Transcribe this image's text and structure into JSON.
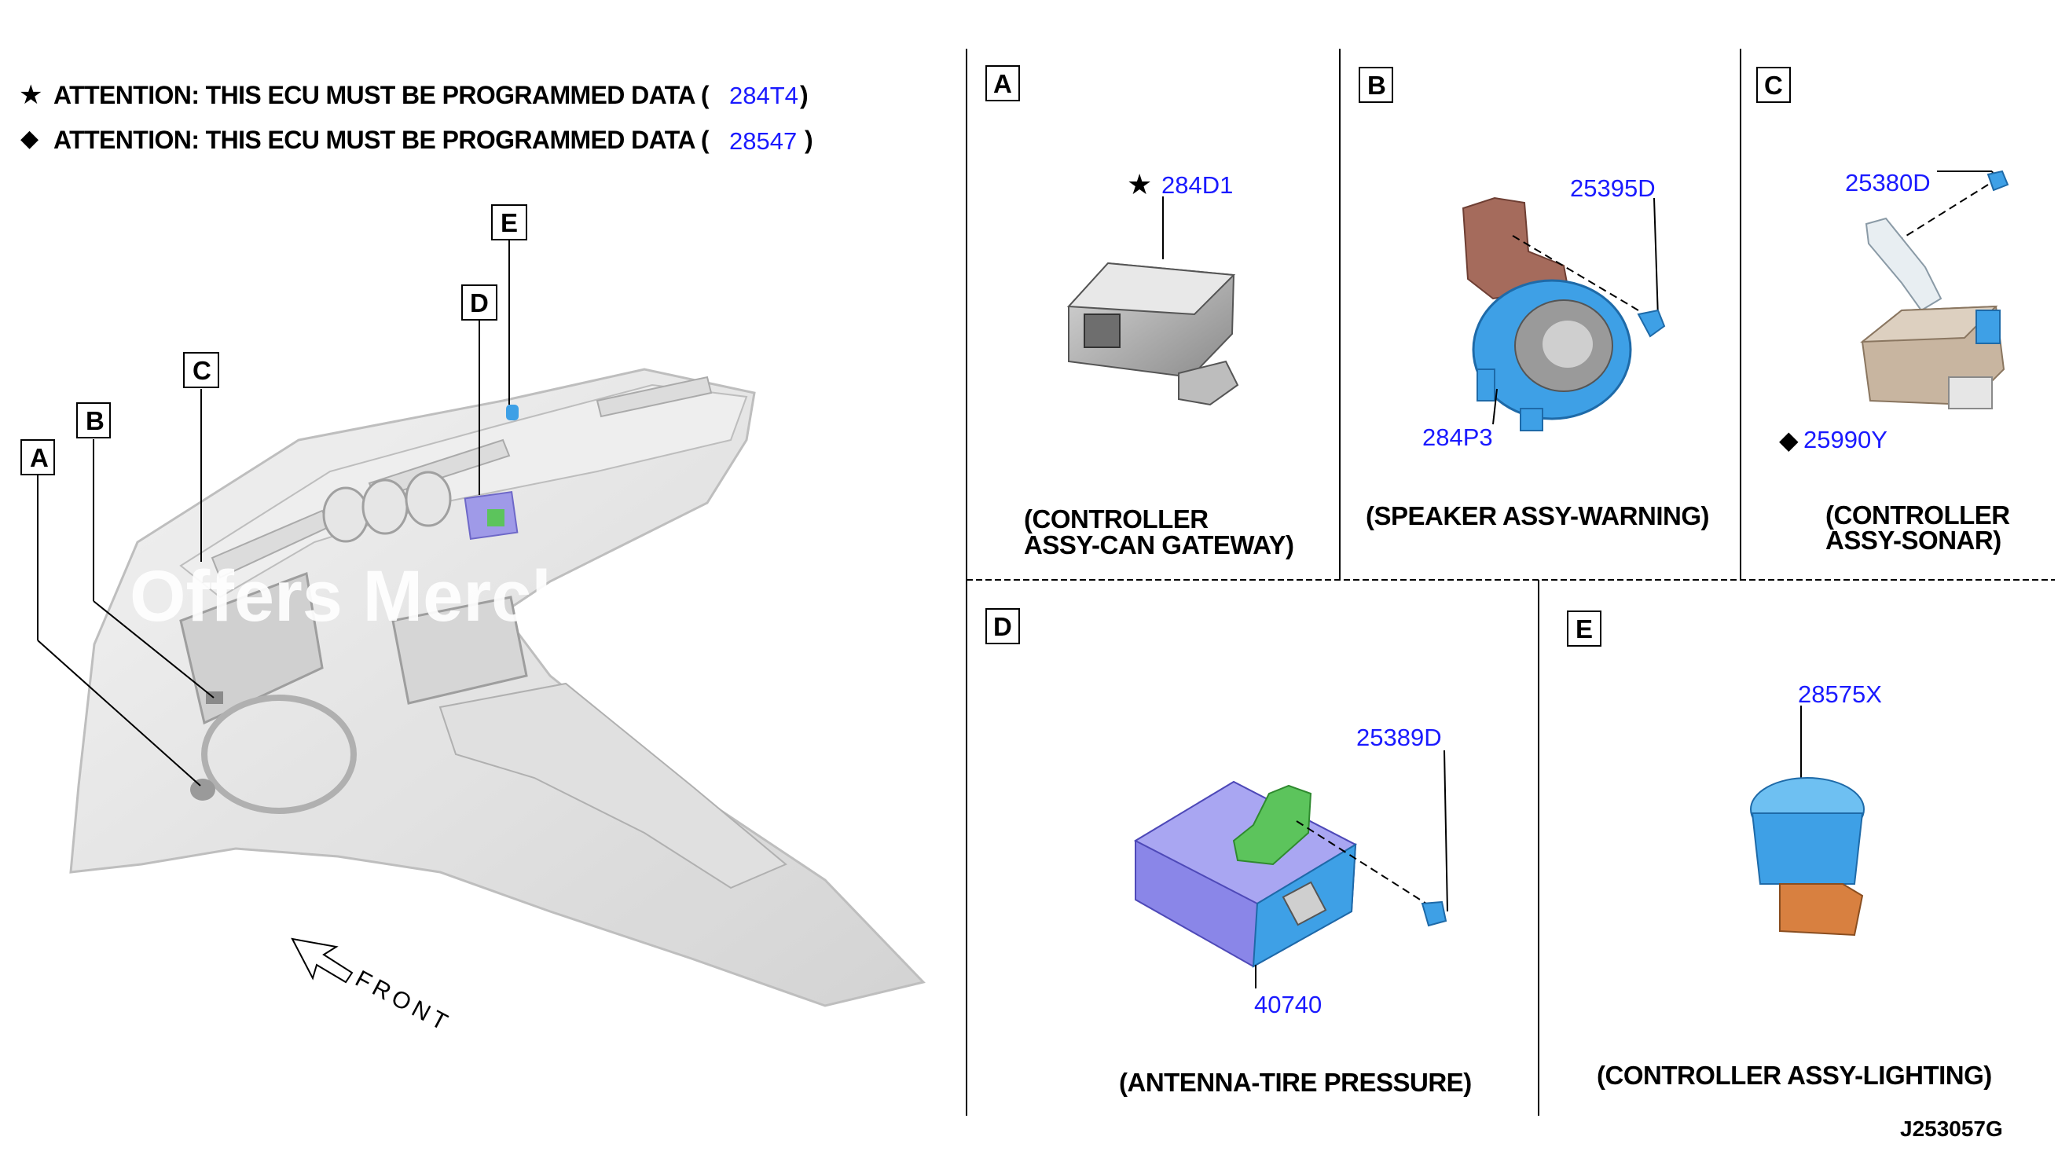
{
  "colors": {
    "part_number": "#1a1aff",
    "text": "#000000",
    "watermark": "#ffffff",
    "dash_component": "#d8d8d8",
    "speaker_body": "#3ea0e6",
    "speaker_bracket": "#a56b5c",
    "sonar_body": "#c8b5a0",
    "tpms_body": "#8a86e8",
    "tpms_bracket": "#5cc45c",
    "lighting_sensor": "#3ea0e6",
    "lighting_base": "#d88040"
  },
  "attention": {
    "line1": {
      "symbol": "★",
      "text": "ATTENTION: THIS ECU MUST BE PROGRAMMED DATA (",
      "code": "284T4",
      "close": ")"
    },
    "line2": {
      "symbol": "◆",
      "text": "ATTENTION: THIS ECU MUST BE PROGRAMMED DATA (",
      "code": "28547",
      "close": ")"
    }
  },
  "overview": {
    "callouts": [
      "A",
      "B",
      "C",
      "D",
      "E"
    ],
    "front_label": "FRONT"
  },
  "watermark": "Offers Merchant",
  "panels": {
    "A": {
      "letter": "A",
      "part_symbol": "★",
      "part": "284D1",
      "caption_line1": "(CONTROLLER",
      "caption_line2": "ASSY-CAN GATEWAY)"
    },
    "B": {
      "letter": "B",
      "part_top": "25395D",
      "part_bottom": "284P3",
      "caption": "(SPEAKER ASSY-WARNING)"
    },
    "C": {
      "letter": "C",
      "part_top": "25380D",
      "part_symbol": "◆",
      "part_bottom": "25990Y",
      "caption_line1": "(CONTROLLER",
      "caption_line2": "ASSY-SONAR)"
    },
    "D": {
      "letter": "D",
      "part_top": "25389D",
      "part_bottom": "40740",
      "caption": "(ANTENNA-TIRE PRESSURE)"
    },
    "E": {
      "letter": "E",
      "part_top": "28575X",
      "caption": "(CONTROLLER ASSY-LIGHTING)"
    }
  },
  "drawing_id": "J253057G"
}
